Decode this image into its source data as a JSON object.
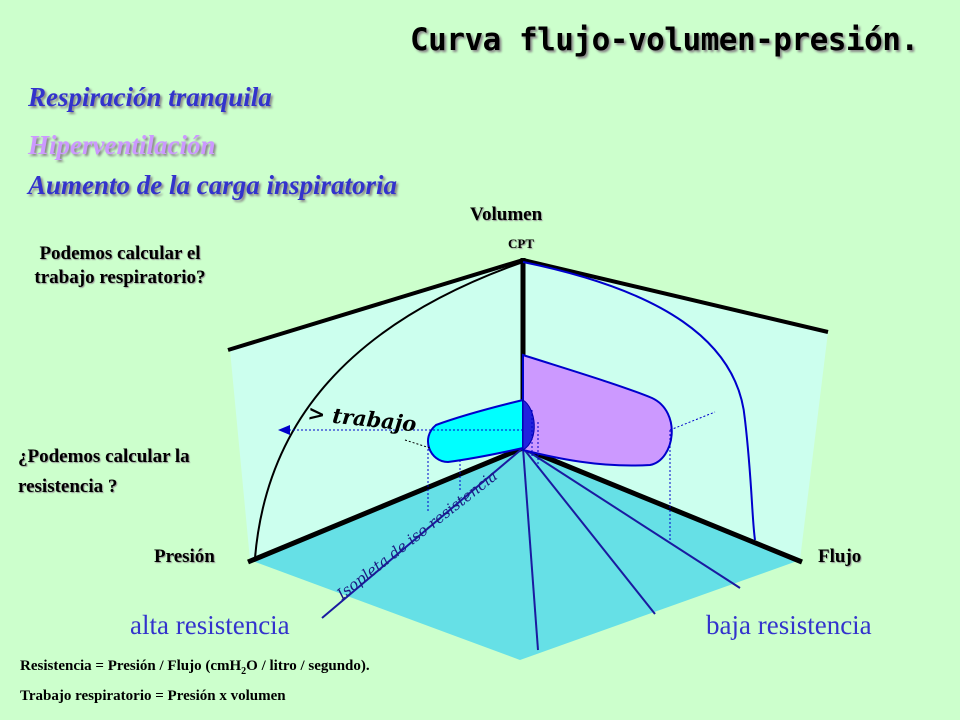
{
  "title": "Curva flujo-volumen-presión.",
  "subtitles": {
    "quiet": "Respiración tranquila",
    "hyper": "Hiperventilación",
    "load": "Aumento de la carga inspiratoria"
  },
  "axes": {
    "volume": "Volumen",
    "cpt": "CPT",
    "pressure": "Presión",
    "flow": "Flujo"
  },
  "questions": {
    "work": "Podemos calcular el trabajo respiratorio?",
    "resistance": "¿Podemos calcular la resistencia ?"
  },
  "annotations": {
    "work": "> trabajo",
    "isopleth": "Isopleta de iso-resistencia"
  },
  "resistance": {
    "high": "alta resistencia",
    "low": "baja resistencia"
  },
  "formulas": {
    "resistance_prefix": "Resistencia = Presión / Flujo (cmH",
    "resistance_sub": "2",
    "resistance_suffix": "O / litro / segundo).",
    "work": "Trabajo respiratorio = Presión x volumen"
  },
  "colors": {
    "background": "#ccffcc",
    "back_panels": "#ccffee",
    "floor": "#66e0e6",
    "loop_purple": "#cc99ff",
    "loop_cyan": "#00ffff",
    "curve_blue": "#0000cc",
    "text_blue": "#3333cc"
  }
}
